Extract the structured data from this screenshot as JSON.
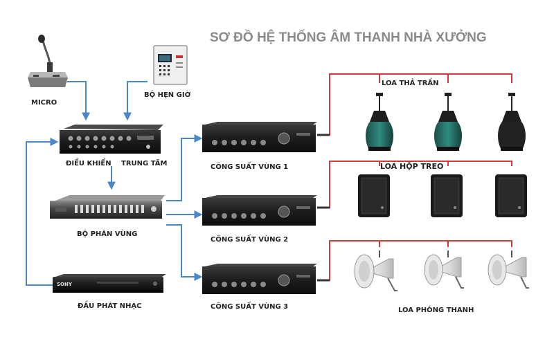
{
  "title": "SƠ ĐỒ HỆ THỐNG ÂM THANH NHÀ XƯỞNG",
  "devices": {
    "micro": "MICRO",
    "timer": "BỘ HẸN GIỜ",
    "controller_left": "ĐIỀU KHIỂN",
    "controller_right": "TRUNG TÂM",
    "zone_splitter": "BỘ PHÂN VÙNG",
    "music_player": "ĐẦU PHÁT NHẠC",
    "music_player_brand": "SONY",
    "amp1": "CÔNG SUẤT VÙNG 1",
    "amp2": "CÔNG SUẤT VÙNG 2",
    "amp3": "CÔNG SUẤT VÙNG 3"
  },
  "speakers": {
    "ceiling": "LOA THẢ TRẦN",
    "box": "LOA HỘP TREO",
    "horn": "LOA PHÓNG THANH"
  },
  "colors": {
    "signal_arrow": "#4a86c8",
    "speaker_wire": "#d23a3a",
    "title": "#8a8a8a",
    "device_body": "#1e1e1e"
  }
}
